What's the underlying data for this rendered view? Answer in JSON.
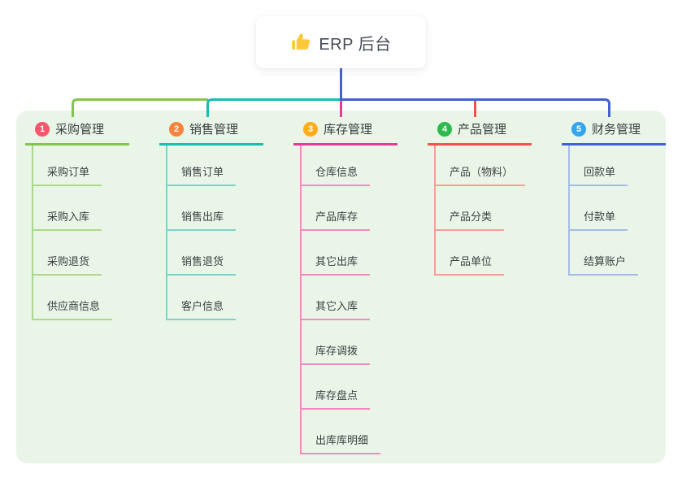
{
  "root": {
    "title": "ERP 后台",
    "icon": "thumbs-up-icon",
    "icon_color": "#FFC83D"
  },
  "canvas": {
    "background": "#FFFFFF",
    "panel_color": "#E9F6E7"
  },
  "connector": {
    "root_color": "#4460D2"
  },
  "branches": [
    {
      "index": "1",
      "title": "采购管理",
      "badge_color": "#F5576C",
      "line_color": "#85C24E",
      "child_line_color": "#ABD88A",
      "children": [
        "采购订单",
        "采购入库",
        "采购退货",
        "供应商信息"
      ]
    },
    {
      "index": "2",
      "title": "销售管理",
      "badge_color": "#F9823D",
      "line_color": "#17BCB3",
      "child_line_color": "#7DD3CC",
      "children": [
        "销售订单",
        "销售出库",
        "销售退货",
        "客户信息"
      ]
    },
    {
      "index": "3",
      "title": "库存管理",
      "badge_color": "#FCAD19",
      "line_color": "#E53C9B",
      "child_line_color": "#F18CC1",
      "children": [
        "仓库信息",
        "产品库存",
        "其它出库",
        "其它入库",
        "库存调拨",
        "库存盘点",
        "出库库明细"
      ]
    },
    {
      "index": "4",
      "title": "产品管理",
      "badge_color": "#2CB94F",
      "line_color": "#F7504F",
      "child_line_color": "#FA9C97",
      "children": [
        "产品（物料）",
        "产品分类",
        "产品单位"
      ]
    },
    {
      "index": "5",
      "title": "财务管理",
      "badge_color": "#34A5EF",
      "line_color": "#4460D2",
      "child_line_color": "#A6BCE8",
      "children": [
        "回款单",
        "付款单",
        "结算账户"
      ]
    }
  ]
}
